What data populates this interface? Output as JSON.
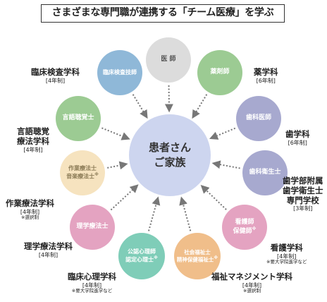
{
  "title": "さまざまな専門職が連携する「チーム医療」を学ぶ",
  "center": {
    "line1": "患者さん",
    "line2": "ご家族"
  },
  "colors": {
    "center": "#cdd5ef",
    "arrow": "#777777"
  },
  "nodes": [
    {
      "id": "doctor",
      "lines": [
        "医 師"
      ],
      "color": "#dcdcdc",
      "text_color": "#555555"
    },
    {
      "id": "pharmacist",
      "lines": [
        "薬剤師"
      ],
      "color": "#9ccb93"
    },
    {
      "id": "dentist",
      "lines": [
        "歯科医師"
      ],
      "color": "#a7a9cf"
    },
    {
      "id": "dental-hygienist",
      "lines": [
        "歯科衛生士"
      ],
      "color": "#a7a9cf"
    },
    {
      "id": "nurse",
      "lines": [
        "看護師",
        "保健師"
      ],
      "sup": "※",
      "color": "#e4a3c1"
    },
    {
      "id": "social-worker",
      "lines": [
        "社会福祉士",
        "精神保健福祉士"
      ],
      "sup": "※",
      "color": "#f0be8a"
    },
    {
      "id": "psychologist",
      "lines": [
        "公認心理師",
        "認定心理士"
      ],
      "sup": "※",
      "color": "#7fcdb8"
    },
    {
      "id": "physical-therapist",
      "lines": [
        "理学療法士"
      ],
      "color": "#e4a3c1"
    },
    {
      "id": "occupational-therapist",
      "lines": [
        "作業療法士",
        "音楽療法士"
      ],
      "sup": "※",
      "color": "#f6e3bf",
      "text_color": "#8a7a55"
    },
    {
      "id": "speech-therapist",
      "lines": [
        "言語聴覚士"
      ],
      "color": "#9ccb93"
    },
    {
      "id": "lab-technician",
      "lines": [
        "臨床検査技師"
      ],
      "color": "#8fb8d8"
    }
  ],
  "departments": [
    {
      "id": "lab",
      "name": [
        "臨床検査学科"
      ],
      "system": "[4年制]"
    },
    {
      "id": "pharmacy",
      "name": [
        "薬学科"
      ],
      "system": "[6年制]"
    },
    {
      "id": "speech",
      "name": [
        "言語聴覚",
        "療法学科"
      ],
      "system": "[4年制]"
    },
    {
      "id": "dentistry",
      "name": [
        "歯学科"
      ],
      "system": "[6年制]"
    },
    {
      "id": "occupational",
      "name": [
        "作業療法学科"
      ],
      "system": "[4年制]",
      "note": "※選択制"
    },
    {
      "id": "dental-school",
      "name": [
        "歯学部附属",
        "歯学衛生士",
        "専門学校"
      ],
      "system": "[3年制]"
    },
    {
      "id": "physical",
      "name": [
        "理学療法学科"
      ],
      "system": "[4年制]"
    },
    {
      "id": "nursing",
      "name": [
        "看護学科"
      ],
      "system": "[4年制]",
      "note": "※要大学院進学など"
    },
    {
      "id": "psychology",
      "name": [
        "臨床心理学科"
      ],
      "system": "[4年制]",
      "note": "※要大学院進学など"
    },
    {
      "id": "welfare",
      "name": [
        "福祉マネジメント学科"
      ],
      "system": "[4年制]",
      "note": "※選択制"
    }
  ]
}
